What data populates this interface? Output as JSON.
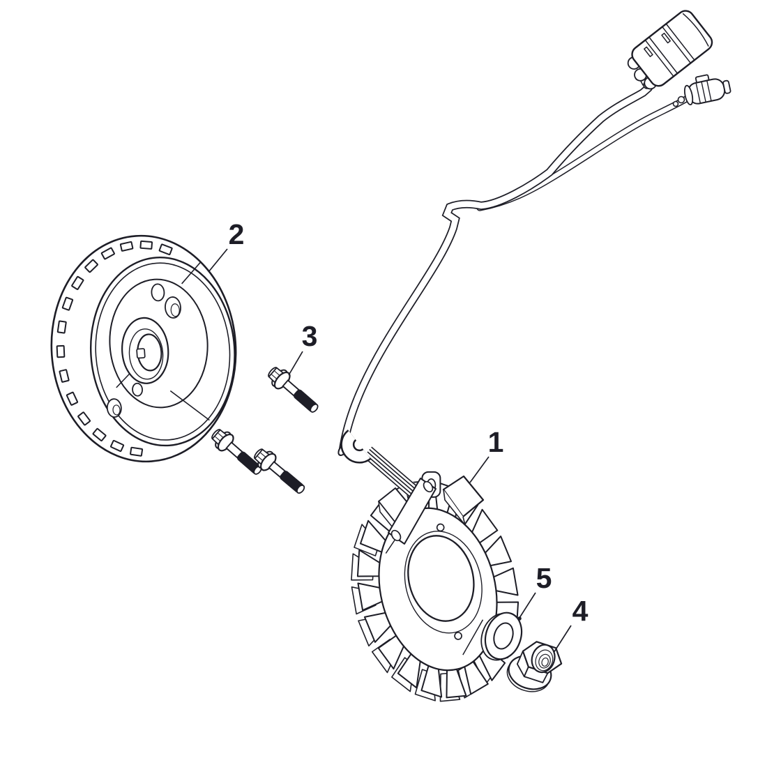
{
  "diagram": {
    "background_color": "#ffffff",
    "line_color": "#1d1d26",
    "callouts": [
      {
        "number": "1"
      },
      {
        "number": "2"
      },
      {
        "number": "3"
      },
      {
        "number": "4"
      },
      {
        "number": "5"
      }
    ]
  }
}
